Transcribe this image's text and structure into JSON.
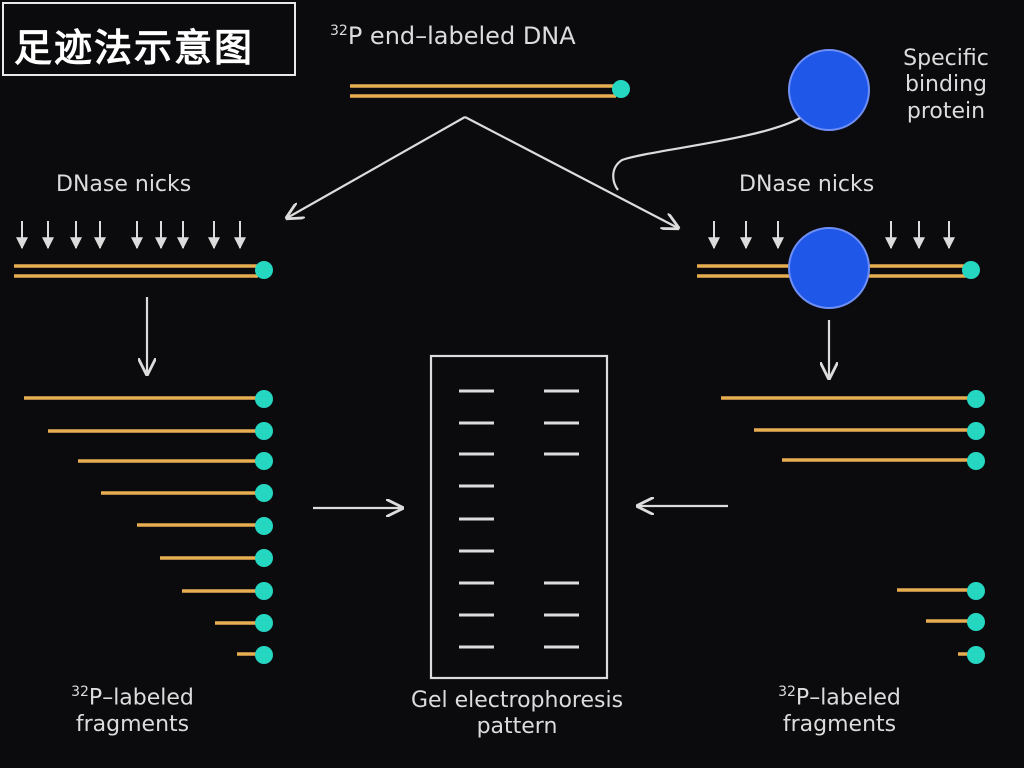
{
  "title": "足迹法示意图",
  "labels": {
    "top_dna_sup": "32",
    "top_dna": "P end–labeled DNA",
    "protein_line1": "Specific",
    "protein_line2": "binding",
    "protein_line3": "protein",
    "dnase_left": "DNase nicks",
    "dnase_right": "DNase nicks",
    "fragments_left_sup": "32",
    "fragments_left_line1": "P–labeled",
    "fragments_left_line2": "fragments",
    "gel_line1": "Gel electrophoresis",
    "gel_line2": "pattern",
    "fragments_right_sup": "32",
    "fragments_right_line1": "P–labeled",
    "fragments_right_line2": "fragments"
  },
  "colors": {
    "strand": "#e6ae50",
    "label_dot": "#25d6c1",
    "protein": "#1f57e8",
    "line": "#dcdcdc",
    "background": "#0b0b0d"
  }
}
